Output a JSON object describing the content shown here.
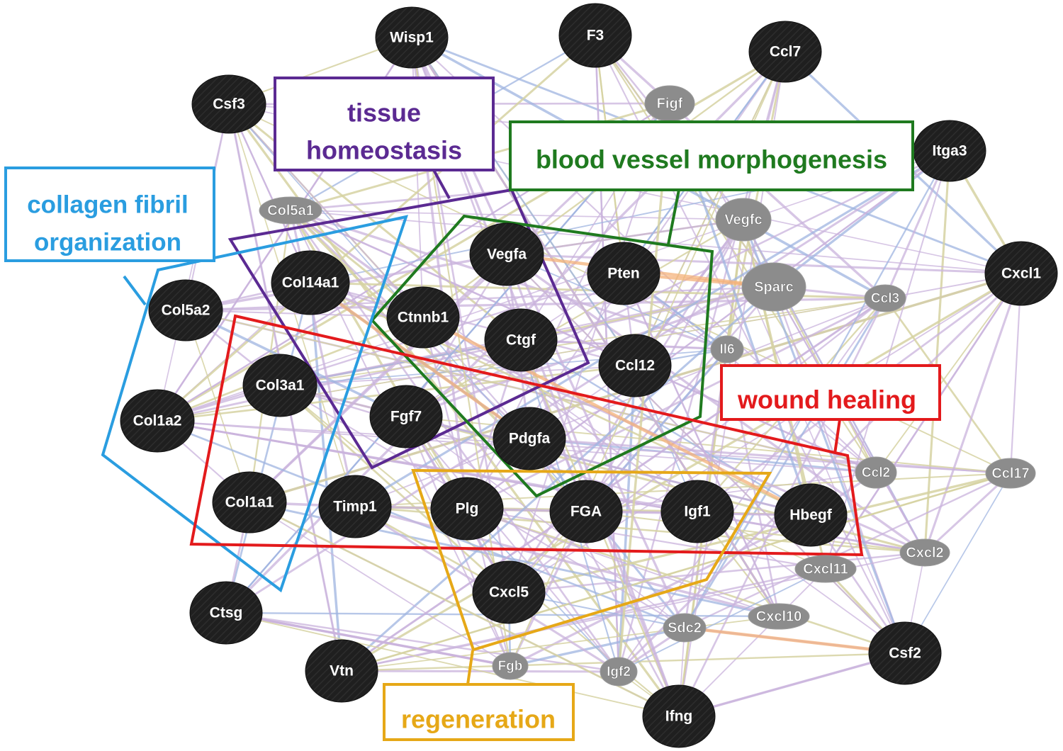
{
  "nodes": [
    {
      "id": "Wisp1",
      "label": "Wisp1",
      "type": "primary"
    },
    {
      "id": "F3",
      "label": "F3",
      "type": "primary"
    },
    {
      "id": "Ccl7",
      "label": "Ccl7",
      "type": "primary"
    },
    {
      "id": "Csf3",
      "label": "Csf3",
      "type": "primary"
    },
    {
      "id": "Figf",
      "label": "Figf",
      "type": "secondary"
    },
    {
      "id": "Itga3",
      "label": "Itga3",
      "type": "primary"
    },
    {
      "id": "Col5a1",
      "label": "Col5a1",
      "type": "secondary"
    },
    {
      "id": "Vegfc",
      "label": "Vegfc",
      "type": "secondary"
    },
    {
      "id": "Vegfa",
      "label": "Vegfa",
      "type": "primary"
    },
    {
      "id": "Pten",
      "label": "Pten",
      "type": "primary"
    },
    {
      "id": "Sparc",
      "label": "Sparc",
      "type": "secondary"
    },
    {
      "id": "Cxcl1",
      "label": "Cxcl1",
      "type": "primary"
    },
    {
      "id": "Col14a1",
      "label": "Col14a1",
      "type": "primary"
    },
    {
      "id": "Col5a2",
      "label": "Col5a2",
      "type": "primary"
    },
    {
      "id": "Ccl3",
      "label": "Ccl3",
      "type": "secondary"
    },
    {
      "id": "Ctnnb1",
      "label": "Ctnnb1",
      "type": "primary"
    },
    {
      "id": "Ctgf",
      "label": "Ctgf",
      "type": "primary"
    },
    {
      "id": "Il6",
      "label": "Il6",
      "type": "secondary"
    },
    {
      "id": "Ccl12",
      "label": "Ccl12",
      "type": "primary"
    },
    {
      "id": "Col3a1",
      "label": "Col3a1",
      "type": "primary"
    },
    {
      "id": "Col1a2",
      "label": "Col1a2",
      "type": "primary"
    },
    {
      "id": "Fgf7",
      "label": "Fgf7",
      "type": "primary"
    },
    {
      "id": "Pdgfa",
      "label": "Pdgfa",
      "type": "primary"
    },
    {
      "id": "Ccl2",
      "label": "Ccl2",
      "type": "secondary"
    },
    {
      "id": "Ccl17",
      "label": "Ccl17",
      "type": "secondary"
    },
    {
      "id": "Col1a1",
      "label": "Col1a1",
      "type": "primary"
    },
    {
      "id": "Timp1",
      "label": "Timp1",
      "type": "primary"
    },
    {
      "id": "Plg",
      "label": "Plg",
      "type": "primary"
    },
    {
      "id": "FGA",
      "label": "FGA",
      "type": "primary"
    },
    {
      "id": "Igf1",
      "label": "Igf1",
      "type": "primary"
    },
    {
      "id": "Hbegf",
      "label": "Hbegf",
      "type": "primary"
    },
    {
      "id": "Cxcl2",
      "label": "Cxcl2",
      "type": "secondary"
    },
    {
      "id": "Cxcl11",
      "label": "Cxcl11",
      "type": "secondary"
    },
    {
      "id": "Cxcl5",
      "label": "Cxcl5",
      "type": "primary"
    },
    {
      "id": "Ctsg",
      "label": "Ctsg",
      "type": "primary"
    },
    {
      "id": "Sdc2",
      "label": "Sdc2",
      "type": "secondary"
    },
    {
      "id": "Cxcl10",
      "label": "Cxcl10",
      "type": "secondary"
    },
    {
      "id": "Csf2",
      "label": "Csf2",
      "type": "primary"
    },
    {
      "id": "Vtn",
      "label": "Vtn",
      "type": "primary"
    },
    {
      "id": "Fgb",
      "label": "Fgb",
      "type": "secondary"
    },
    {
      "id": "Igf2",
      "label": "Igf2",
      "type": "secondary"
    },
    {
      "id": "Ifng",
      "label": "Ifng",
      "type": "primary"
    }
  ],
  "groups": [
    {
      "id": "tissue-homeostasis",
      "lines": [
        "tissue",
        "homeostasis"
      ],
      "color": "#5b2a92"
    },
    {
      "id": "blood-vessel-morphogenesis",
      "lines": [
        "blood vessel morphogenesis"
      ],
      "color": "#1f7a1f"
    },
    {
      "id": "collagen-fibril-organization",
      "lines": [
        "collagen fibril",
        "organization"
      ],
      "color": "#2a9de0"
    },
    {
      "id": "wound-healing",
      "lines": [
        "wound healing"
      ],
      "color": "#e31a1c"
    },
    {
      "id": "regeneration",
      "lines": [
        "regeneration"
      ],
      "color": "#e6a817"
    }
  ],
  "edge_colors": {
    "lavender": "#c9b3dc",
    "khaki": "#d6d2a2",
    "blue": "#9fb4e0",
    "orange": "#f4b27a"
  },
  "node_colors": {
    "primary_fill": "#222222",
    "secondary_fill": "#8c8c8c",
    "label": "#ffffff"
  }
}
